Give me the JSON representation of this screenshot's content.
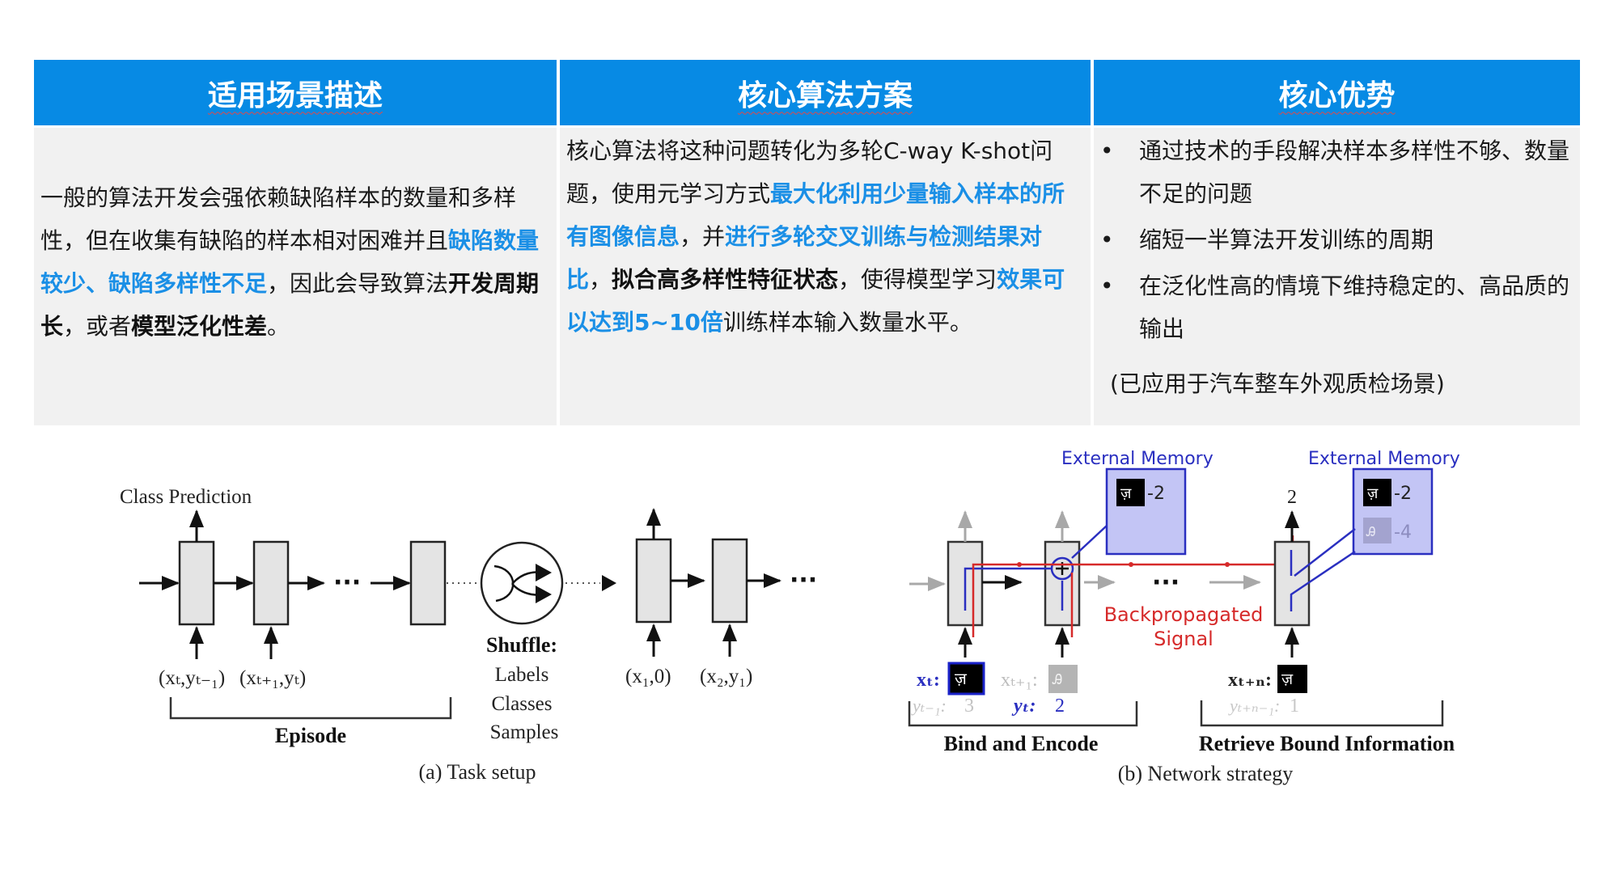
{
  "table": {
    "headers": [
      "适用场景描述",
      "核心算法方案",
      "核心优势"
    ],
    "colors": {
      "header_bg": "#078ae4",
      "cell_bg": "#f1f1f1",
      "highlight": "#1a8fe6"
    },
    "scenario": {
      "t1": "一般的算法开发会强依赖缺陷样本的数量和多样性，但在收集有缺陷的样本相对困难并且",
      "h1": "缺陷数量较少、缺陷多样性不足",
      "t2": "，因此会导致算法",
      "b1": "开发周期长",
      "t3": "，或者",
      "b2": "模型泛化性差",
      "t4": "。"
    },
    "algorithm": {
      "t1": "核心算法将这种问题转化为多轮C-way K-shot问题，使用元学习方式",
      "h1": "最大化利用少量输入样本的所有图像信息",
      "t2": "，并",
      "h2": "进行多轮交叉训练与检测结果对比",
      "t3": "，",
      "b1": "拟合高多样性特征状态",
      "t4": "，使得模型学习",
      "h3": "效果可以达到5~10倍",
      "t5": "训练样本输入数量水平。"
    },
    "advantages": {
      "bullet": "•",
      "items": [
        "通过技术的手段解决样本多样性不够、数量不足的问题",
        "缩短一半算法开发训练的周期",
        "在泛化性高的情境下维持稳定的、高品质的输出"
      ],
      "note": "(已应用于汽车整车外观质检场景)"
    }
  },
  "figure_a": {
    "class_prediction": "Class Prediction",
    "input1": "(xₜ,yₜ₋₁)",
    "input2": "(xₜ₊₁,yₜ)",
    "ellipsis": "···",
    "episode": "Episode",
    "shuffle_title": "Shuffle:",
    "shuffle_items": [
      "Labels",
      "Classes",
      "Samples"
    ],
    "input3": "(x₁,0)",
    "input4": "(x₂,y₁)",
    "caption": "(a) Task setup"
  },
  "figure_b": {
    "memory_label": "External Memory",
    "memory_label2": "External Memory",
    "mem1_entry1": "-2",
    "mem2_entry1": "-2",
    "mem2_entry2": "-4",
    "backprop": [
      "Backpropagated",
      "Signal"
    ],
    "xt": "xₜ:",
    "xt1": "xₜ₊₁:",
    "yt_1": "yₜ₋₁:",
    "yt_1_val": "3",
    "yt": "yₜ:",
    "yt_val": "2",
    "xtn": "xₜ₊ₙ:",
    "ytn": "yₜ₊ₙ₋₁:",
    "ytn_val": "1",
    "output_label": "2",
    "bind": "Bind and Encode",
    "retrieve": "Retrieve Bound Information",
    "caption": "(b) Network strategy",
    "ellipsis": "···",
    "colors": {
      "blue": "#2a2fc0",
      "red": "#d62a2a",
      "memory_fill": "#c3c5f5",
      "gray": "#a8a8a8"
    }
  }
}
